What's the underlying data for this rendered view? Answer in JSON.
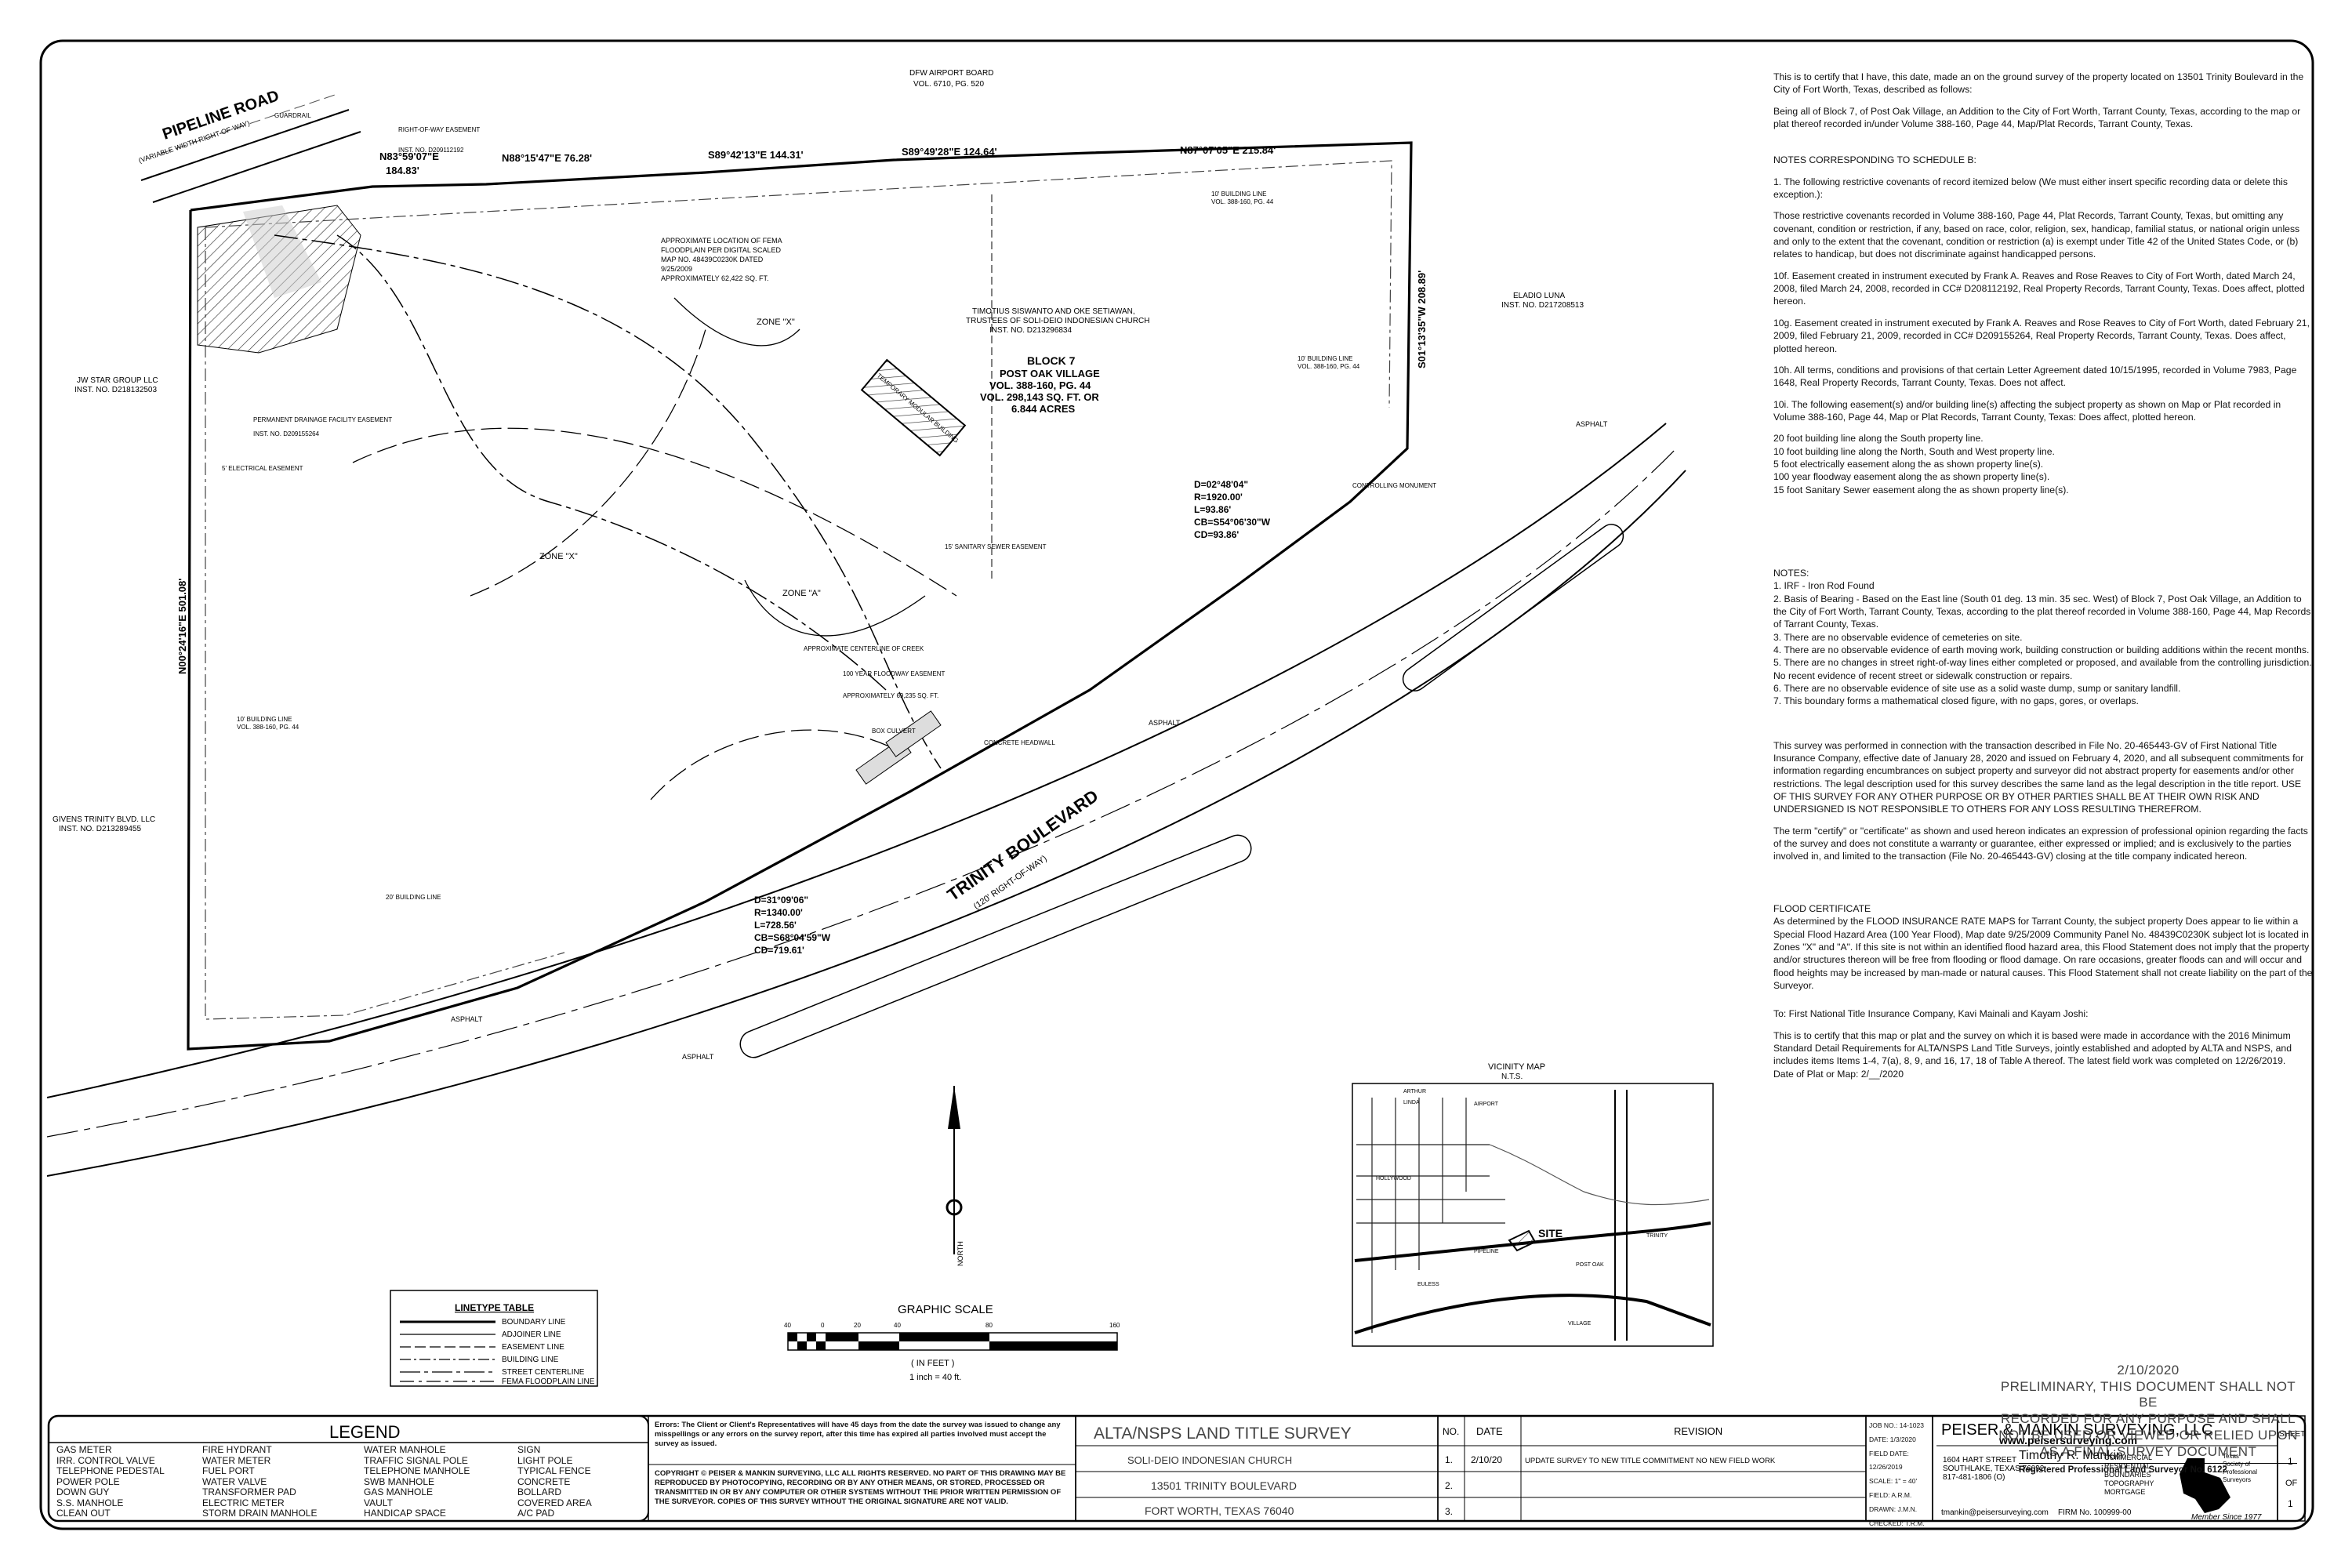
{
  "labels": {
    "pipeline_road": "PIPELINE ROAD",
    "pipeline_road_row": "(VARIABLE WIDTH RIGHT-OF-WAY)",
    "trinity_blvd": "TRINITY BOULEVARD",
    "trinity_blvd_row": "(120' RIGHT-OF-WAY)",
    "dfw_board": "DFW AIRPORT BOARD",
    "dfw_vol": "VOL. 6710, PG. 520",
    "zone_x_1": "ZONE \"X\"",
    "zone_x_2": "ZONE \"X\"",
    "zone_a": "ZONE \"A\"",
    "block_title": "BLOCK 7",
    "block_sub": "POST OAK VILLAGE",
    "block_vol": "VOL. 388-160, PG. 44",
    "block_area": "VOL. 298,143 SQ. FT. OR",
    "block_acres": "6.844 ACRES",
    "owner_1": "TIMOTIUS SISWANTO AND OKE SETIAWAN,",
    "owner_2": "TRUSTEES OF SOLI-DEIO INDONESIAN CHURCH",
    "owner_3": "INST. NO. D213296834",
    "eladio": "ELADIO LUNA",
    "eladio_inst": "INST. NO. D217208513",
    "jw_star": "JW STAR GROUP LLC",
    "jw_inst": "INST. NO. D218132503",
    "givens": "GIVENS TRINITY BLVD. LLC",
    "givens_inst": "INST. NO. D213289455",
    "fema_1": "APPROXIMATE LOCATION OF FEMA",
    "fema_2": "FLOODPLAIN PER DIGITAL SCALED",
    "fema_3": "MAP NO. 48439C0230K DATED",
    "fema_4": "9/25/2009",
    "fema_5": "APPROXIMATELY 62,422 SQ. FT.",
    "brg_n83": "N83°59'07\"E",
    "dist_n83": "184.83'",
    "brg_n88": "N88°15'47\"E 76.28'",
    "brg_s89a": "S89°42'13\"E 144.31'",
    "brg_s89b": "S89°49'28\"E 124.64'",
    "brg_n87": "N87°07'05\"E 215.84'",
    "brg_west": "N00°24'16\"E 501.08'",
    "brg_east": "S01°13'35\"W 208.89'",
    "curve1": [
      "D=02°48'04\"",
      "R=1920.00'",
      "L=93.86'",
      "CB=S54°06'30\"W",
      "CD=93.86'"
    ],
    "curve2": [
      "D=31°09'06\"",
      "R=1340.00'",
      "L=728.56'",
      "CB=S68°04'59\"W",
      "CD=719.61'"
    ],
    "building_line": "10' BUILDING LINE",
    "building_line_vol": "VOL. 388-160, PG. 44",
    "building_line_20": "20' BUILDING LINE",
    "electrical": "5' ELECTRICAL EASEMENT",
    "sewer": "15' SANITARY SEWER EASEMENT",
    "floodway": "100 YEAR FLOODWAY EASEMENT",
    "floodway_area": "APPROXIMATELY 69,235 SQ. FT.",
    "creek": "APPROXIMATE CENTERLINE OF CREEK",
    "box_culvert": "BOX CULVERT",
    "headwall": "CONCRETE HEADWALL",
    "asphalt": "ASPHALT",
    "guardrail": "GUARDRAIL",
    "row_easement": "RIGHT-OF-WAY EASEMENT",
    "row_inst": "INST. NO. D209112192",
    "drainage": "PERMANENT DRAINAGE FACILITY EASEMENT",
    "drainage_inst": "INST. NO. D209155264",
    "monument": "CONTROLLING MONUMENT",
    "temp_bldg": "TEMPORARY MODULAR BUILDING",
    "north": "NORTH"
  },
  "linetype": {
    "title": "LINETYPE TABLE",
    "items": [
      "BOUNDARY LINE",
      "ADJOINER LINE",
      "EASEMENT LINE",
      "BUILDING LINE",
      "STREET CENTERLINE",
      "FEMA FLOODPLAIN LINE"
    ]
  },
  "graphic_scale": {
    "title": "GRAPHIC SCALE",
    "ticks": [
      "40",
      "0",
      "20",
      "40",
      "80",
      "160"
    ],
    "unit": "( IN FEET )",
    "ratio": "1 inch = 40 ft."
  },
  "vicinity": {
    "title": "VICINITY MAP",
    "nts": "N.T.S.",
    "site": "SITE",
    "streets": [
      "TRINITY",
      "POST OAK",
      "PIPELINE",
      "HOLLYWOOD",
      "ARTHUR",
      "LINDA",
      "EULESS",
      "AIRPORT",
      "VILLAGE"
    ]
  },
  "notes": {
    "certify": "This is to certify that I have, this date, made an on the ground survey of the property located on 13501 Trinity Boulevard in the City of Fort Worth, Texas, described as follows:",
    "being": "Being all of Block 7, of Post Oak Village, an Addition to the City of Fort Worth, Tarrant County, Texas, according to the map or plat thereof recorded in/under Volume 388-160, Page 44, Map/Plat Records, Tarrant County, Texas.",
    "schedule_title": "NOTES CORRESPONDING TO SCHEDULE B:",
    "n1": "1. The following restrictive covenants of record itemized below (We must either insert specific recording data or delete this exception.):",
    "n1b": "Those restrictive covenants recorded in Volume 388-160, Page 44, Plat Records, Tarrant County, Texas, but omitting any covenant, condition or restriction, if any, based on race, color, religion, sex, handicap, familial status, or national origin unless and only to the extent that the covenant, condition or restriction (a) is exempt under Title 42 of the United States Code, or (b) relates to handicap, but does not discriminate against handicapped persons.",
    "n10f": "10f. Easement created in instrument executed by Frank A. Reaves and Rose Reaves to City of Fort Worth, dated March 24, 2008, filed March 24, 2008, recorded in CC# D208112192, Real Property Records, Tarrant County, Texas. Does affect, plotted hereon.",
    "n10g": "10g. Easement created in instrument executed by Frank A. Reaves and Rose Reaves to City of Fort Worth, dated February 21, 2009, filed February 21, 2009, recorded in CC# D209155264, Real Property Records, Tarrant County, Texas. Does affect, plotted hereon.",
    "n10h": "10h. All terms, conditions and provisions of that certain Letter Agreement dated 10/15/1995, recorded in Volume 7983, Page 1648, Real Property Records, Tarrant County, Texas. Does not affect.",
    "n10i": "10i. The following easement(s) and/or building line(s) affecting the subject property as shown on Map or Plat recorded in Volume 388-160, Page 44, Map or Plat Records, Tarrant County, Texas: Does affect, plotted hereon.",
    "lines": [
      "20 foot building line along the South property line.",
      "10 foot building line along the North, South and West property line.",
      "5 foot electrically easement along the as shown property line(s).",
      "100 year floodway easement along the as shown property line(s).",
      "15 foot Sanitary Sewer easement along the as shown property line(s)."
    ],
    "notes_title": "NOTES:",
    "notes_items": [
      "1. IRF - Iron Rod Found",
      "2. Basis of Bearing - Based on the East line (South 01 deg. 13 min. 35 sec. West) of Block 7, Post Oak Village, an Addition to the City of Fort Worth, Tarrant County, Texas, according to the plat thereof recorded in Volume 388-160, Page 44, Map Records of Tarrant County, Texas.",
      "3. There are no observable evidence of cemeteries on site.",
      "4. There are no observable evidence of earth moving work, building construction or building additions within the recent months.",
      "5. There are no changes in street right-of-way lines either completed or proposed, and available from the controlling jurisdiction. No recent evidence of recent street or sidewalk construction or repairs.",
      "6. There are no observable evidence of site use as a solid waste dump, sump or sanitary landfill.",
      "7. This boundary forms a mathematical closed figure, with no gaps, gores, or overlaps."
    ],
    "transaction": "This survey was performed in connection with the transaction described in File No. 20-465443-GV of First National Title Insurance Company, effective date of January 28, 2020 and issued on February 4, 2020, and all subsequent commitments for information regarding encumbrances on subject property and surveyor did not abstract property for easements and/or other restrictions. The legal description used for this survey describes the same land as the legal description in the title report. USE OF THIS SURVEY FOR ANY OTHER PURPOSE OR BY OTHER PARTIES SHALL BE AT THEIR OWN RISK AND UNDERSIGNED IS NOT RESPONSIBLE TO OTHERS FOR ANY LOSS RESULTING THEREFROM.",
    "certify_term": "The term \"certify\" or \"certificate\" as shown and used hereon indicates an expression of professional opinion regarding the facts of the survey and does not constitute a warranty or guarantee, either expressed or implied; and is exclusively to the parties involved in, and limited to the transaction (File No. 20-465443-GV) closing at the title company indicated hereon.",
    "flood_title": "FLOOD CERTIFICATE",
    "flood": "As determined by the FLOOD INSURANCE RATE MAPS for Tarrant County, the subject property Does appear to lie within a Special Flood Hazard Area (100 Year Flood), Map date 9/25/2009 Community Panel No. 48439C0230K subject lot is located in Zones \"X\" and \"A\". If this site is not within an identified flood hazard area, this Flood Statement does not imply that the property and/or structures thereon will be free from flooding or flood damage. On rare occasions, greater floods can and will occur and flood heights may be increased by man-made or natural causes. This Flood Statement shall not create liability on the part of the Surveyor.",
    "to": "To: First National Title Insurance Company, Kavi Mainali and Kayam Joshi:",
    "alta": "This is to certify that this map or plat and the survey on which it is based were made in accordance with the 2016 Minimum Standard Detail Requirements for ALTA/NSPS Land Title Surveys, jointly established and adopted by ALTA and NSPS, and includes items Items 1-4, 7(a), 8, 9, and 16, 17, 18 of Table A thereof. The latest field work was completed on 12/26/2019.",
    "date_of_plat": "Date of Plat or Map: 2/__/2020"
  },
  "preliminary": [
    "2/10/2020",
    "PRELIMINARY, THIS DOCUMENT SHALL NOT BE",
    "RECORDED FOR ANY PURPOSE AND SHALL",
    "NOT BE USED OR VIEWED OR RELIED UPON",
    "AS A FINAL SURVEY DOCUMENT"
  ],
  "surveyor": {
    "name": "Timothy R. Mankin",
    "reg": "Registered Professional Land Surveyor No. 6122"
  },
  "legend": {
    "title": "LEGEND",
    "col1": [
      "GAS METER",
      "IRR. CONTROL VALVE",
      "TELEPHONE PEDESTAL",
      "POWER POLE",
      "DOWN GUY",
      "S.S. MANHOLE",
      "CLEAN OUT"
    ],
    "col2": [
      "FIRE HYDRANT",
      "WATER METER",
      "FUEL PORT",
      "WATER VALVE",
      "TRANSFORMER PAD",
      "ELECTRIC METER",
      "STORM DRAIN MANHOLE"
    ],
    "col3": [
      "WATER MANHOLE",
      "TRAFFIC SIGNAL POLE",
      "TELEPHONE MANHOLE",
      "SWB MANHOLE",
      "GAS MANHOLE",
      "VAULT",
      "HANDICAP SPACE"
    ],
    "col4": [
      "SIGN",
      "LIGHT POLE",
      "TYPICAL FENCE",
      "CONCRETE",
      "BOLLARD",
      "COVERED AREA",
      "A/C PAD"
    ]
  },
  "errors": "Errors: The Client or Client's Representatives will have 45 days from the date the survey was issued to change any misspellings or any errors on the survey report, after this time has expired all parties involved must accept the survey as issued.",
  "copyright": "COPYRIGHT © PEISER & MANKIN SURVEYING, LLC ALL RIGHTS RESERVED. NO PART OF THIS DRAWING MAY BE REPRODUCED BY PHOTOCOPYING, RECORDING OR BY ANY OTHER MEANS, OR STORED, PROCESSED OR TRANSMITTED IN OR BY ANY COMPUTER OR OTHER SYSTEMS WITHOUT THE PRIOR WRITTEN PERMISSION OF THE SURVEYOR. COPIES OF THIS SURVEY WITHOUT THE ORIGINAL SIGNATURE ARE NOT VALID.",
  "title_block": {
    "survey_type": "ALTA/NSPS LAND TITLE SURVEY",
    "client": "SOLI-DEIO INDONESIAN CHURCH",
    "address": "13501 TRINITY BOULEVARD",
    "city": "FORT WORTH, TEXAS 76040"
  },
  "revisions": {
    "headers": [
      "NO.",
      "DATE",
      "REVISION"
    ],
    "rows": [
      [
        "1.",
        "2/10/20",
        "UPDATE SURVEY TO NEW TITLE COMMITMENT NO NEW FIELD WORK"
      ],
      [
        "2.",
        "",
        ""
      ],
      [
        "3.",
        "",
        ""
      ]
    ]
  },
  "job": {
    "rows": [
      [
        "JOB NO.:",
        "14-1023"
      ],
      [
        "DATE:",
        "1/3/2020"
      ],
      [
        "FIELD DATE:",
        "12/26/2019"
      ],
      [
        "SCALE:",
        "1\" = 40'"
      ],
      [
        "FIELD:",
        "A.R.M."
      ],
      [
        "DRAWN:",
        "J.M.N."
      ],
      [
        "CHECKED:",
        "T.R.M."
      ]
    ]
  },
  "company": {
    "name": "PEISER & MANKIN SURVEYING, LLC",
    "web": "www.peisersurveying.com",
    "addr1": "1604 HART STREET",
    "addr2": "SOUTHLAKE, TEXAS 76092",
    "phone": "817-481-1806 (O)",
    "email": "tmankin@peisersurveying.com",
    "firm": "FIRM No. 100999-00",
    "services": [
      "COMMERCIAL",
      "RESIDENTIAL",
      "BOUNDARIES",
      "TOPOGRAPHY",
      "MORTGAGE"
    ],
    "society": [
      "Texas",
      "Society of",
      "Professional",
      "Surveyors"
    ],
    "member": "Member Since 1977"
  },
  "sheet": {
    "label": "SHEET",
    "no": "1",
    "of": "OF",
    "total": "1"
  }
}
